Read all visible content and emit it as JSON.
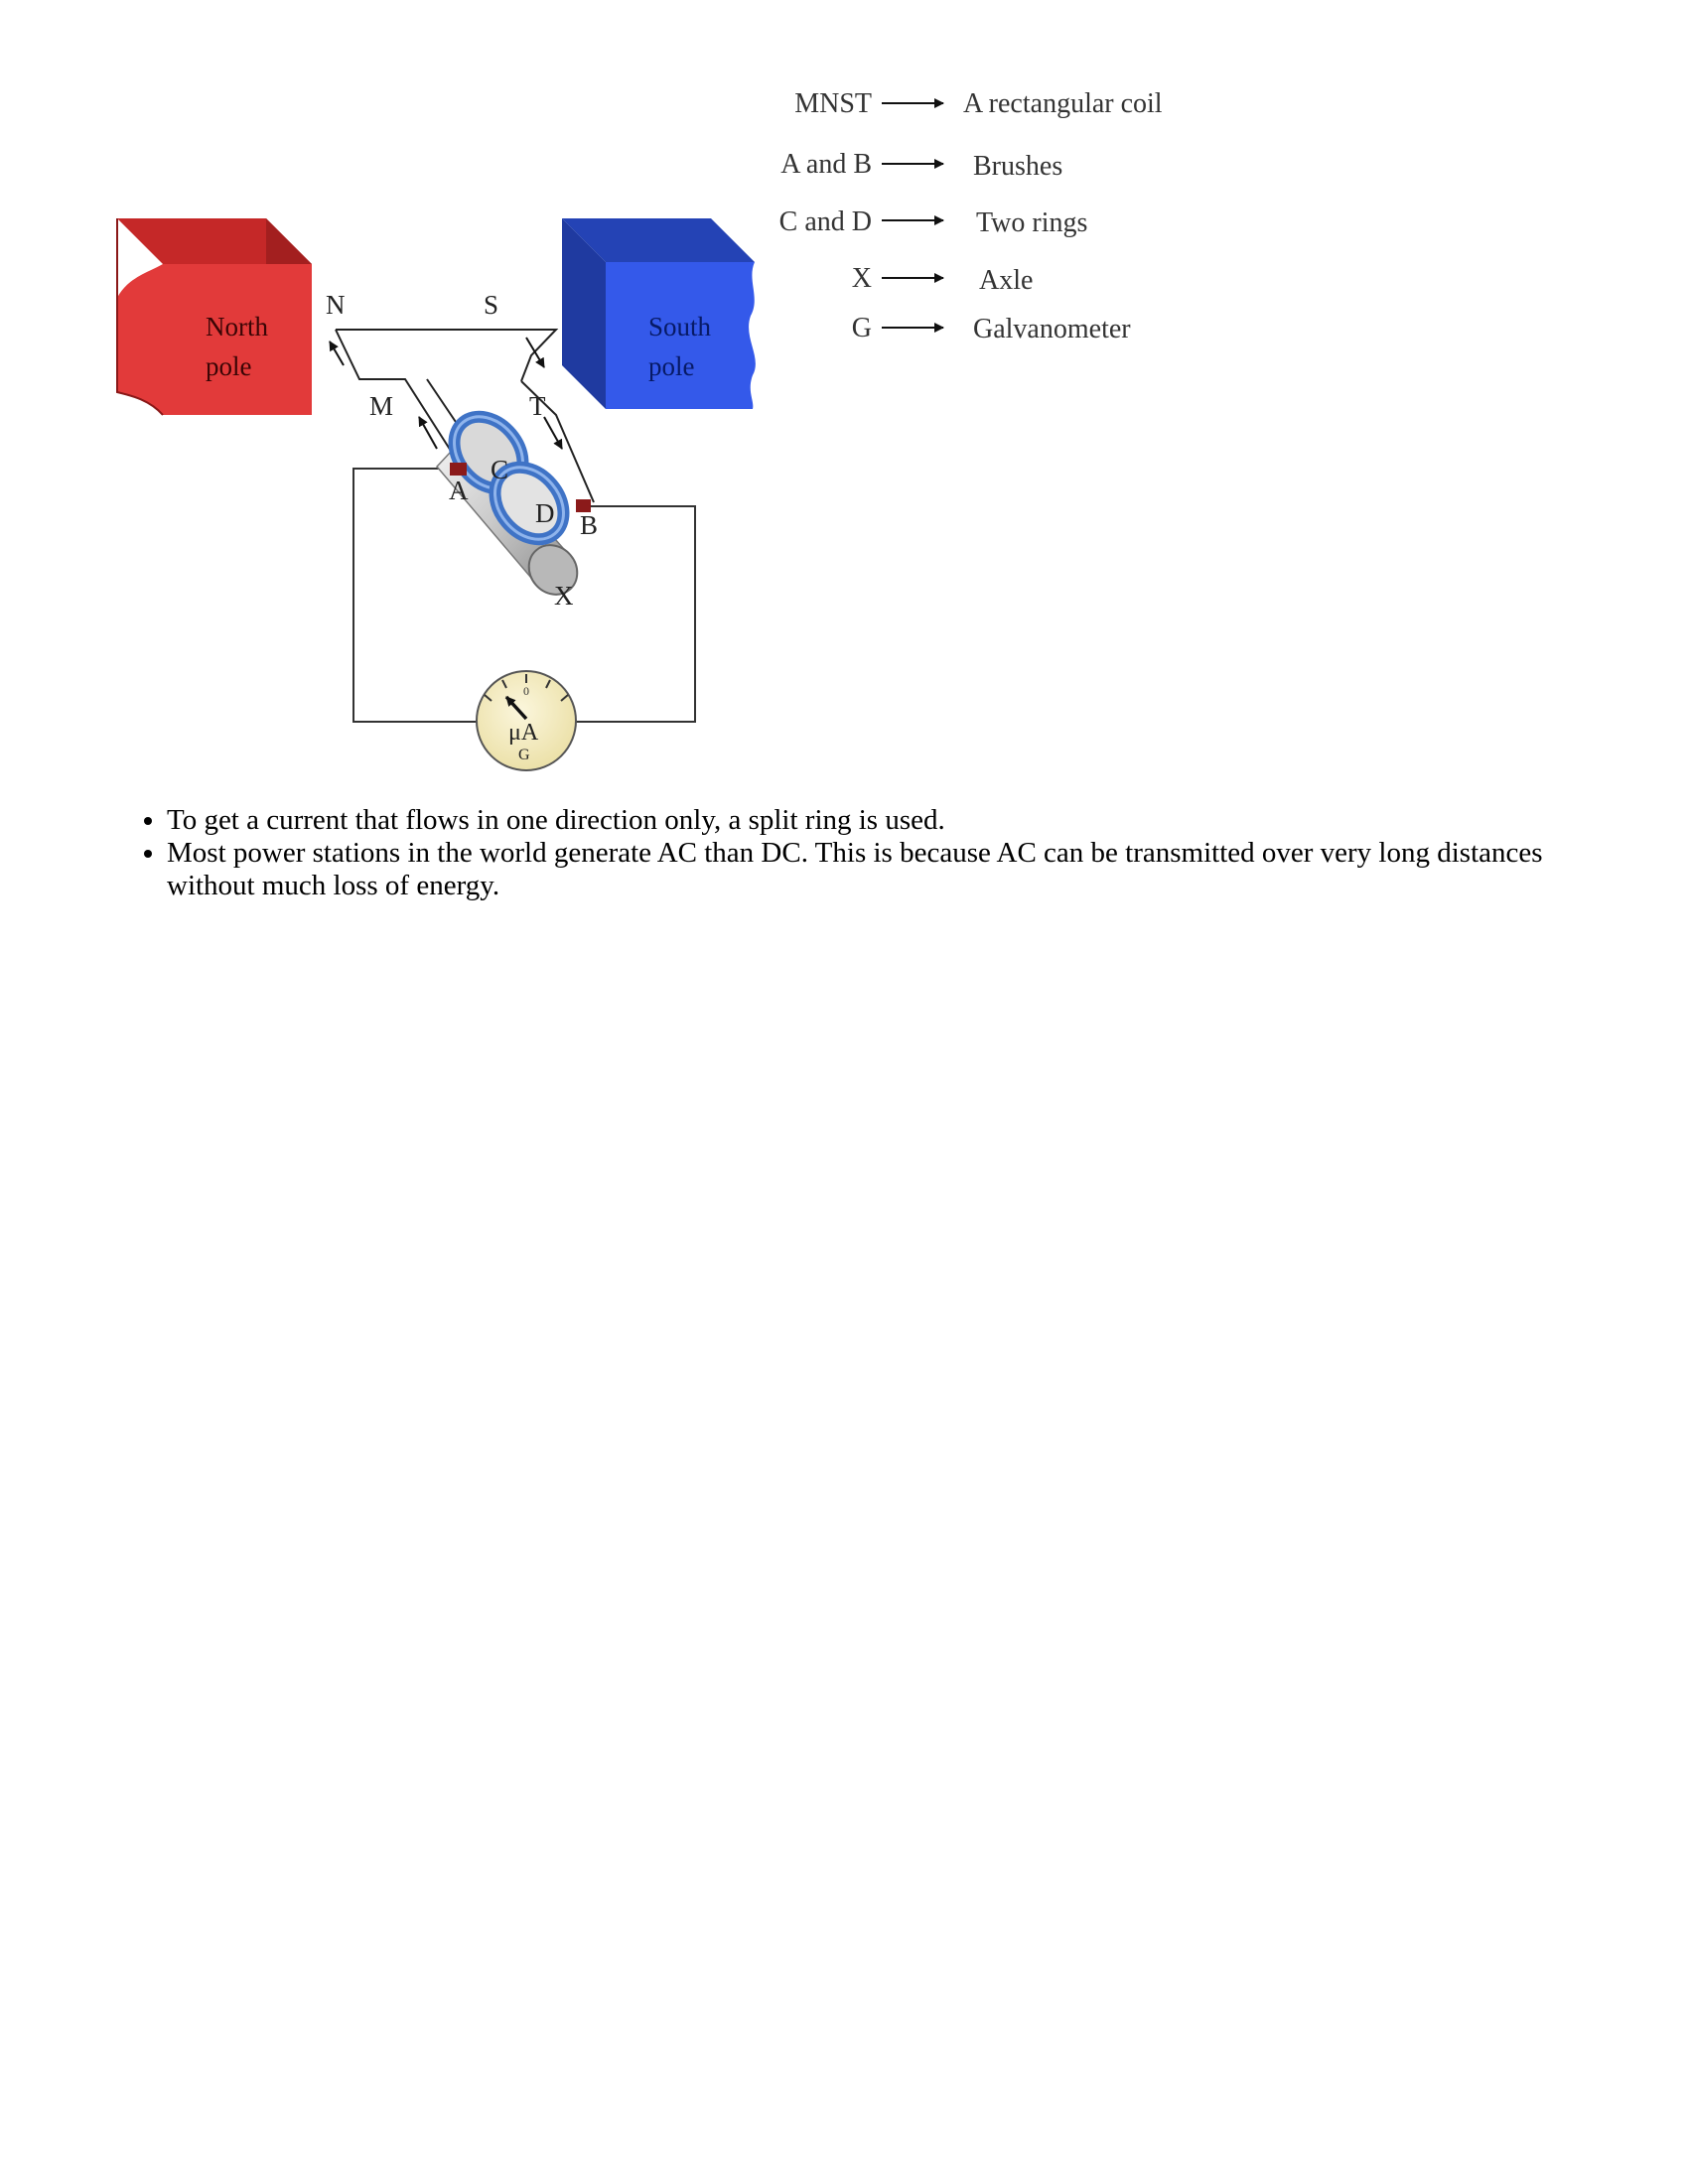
{
  "diagram": {
    "magnets": {
      "north": [
        "North",
        "pole"
      ],
      "south": [
        "South",
        "pole"
      ]
    },
    "coil_labels": {
      "n": "N",
      "s": "S",
      "m": "M",
      "t": "T"
    },
    "ring_labels": {
      "c": "C",
      "d": "D"
    },
    "brush_labels": {
      "a": "A",
      "b": "B"
    },
    "axle_label": "X",
    "meter": {
      "unit": "μA",
      "zero": "0",
      "symbol": "G"
    },
    "colors": {
      "north": "#e03535",
      "south": "#2b55e6",
      "ring": "#5b8fd6",
      "brush": "#8b1a1a",
      "meter": "#f5eec8"
    }
  },
  "legend": [
    {
      "symbol": "MNST",
      "meaning": "A rectangular coil"
    },
    {
      "symbol": "A and B",
      "meaning": "Brushes"
    },
    {
      "symbol": "C and D",
      "meaning": "Two rings"
    },
    {
      "symbol": "X",
      "meaning": "Axle"
    },
    {
      "symbol": "G",
      "meaning": "Galvanometer"
    }
  ],
  "bullets": [
    "To get a current that flows in one direction only, a split ring is used.",
    "Most power stations in the world generate AC than DC. This is because AC can be transmitted over very long distances without much loss of energy."
  ]
}
